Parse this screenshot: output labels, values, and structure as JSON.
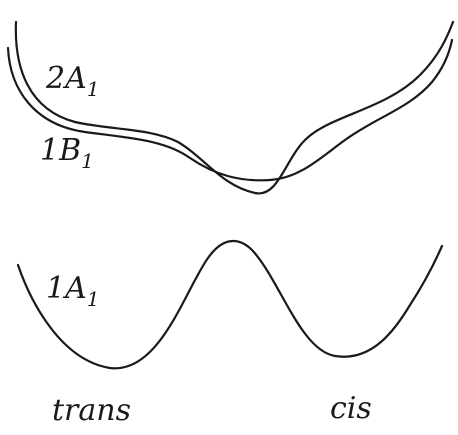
{
  "diagram": {
    "state_labels": {
      "upper": "2A",
      "upper_subscript": "1",
      "middle": "1B",
      "middle_subscript": "1",
      "ground": "1A",
      "ground_subscript": "1"
    },
    "axis_labels": {
      "left": "trans",
      "right": "cis"
    },
    "ink_color": "#1a1a1a",
    "background_color": "#ffffff"
  }
}
